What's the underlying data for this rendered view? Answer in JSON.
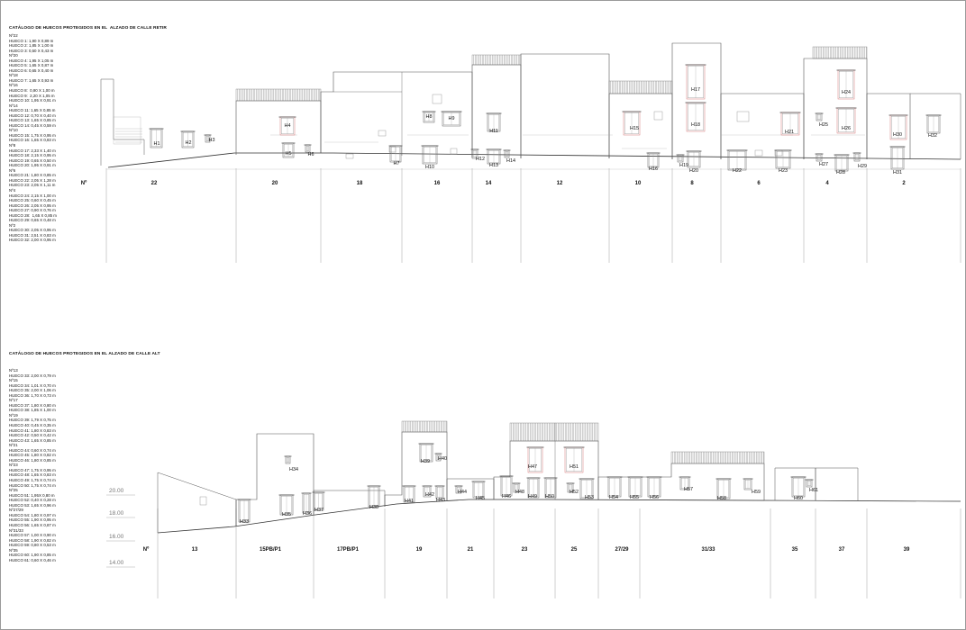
{
  "section_top": {
    "title": "CATÁLOGO DE HUECOS PROTEGIDOS EN EL  ALZADO DE CALLE RETIR",
    "list": [
      "Nº22",
      "HUECO 1: 1,90 X 0,89 m",
      "HUECO 2: 1,85 X 1,00 m",
      "HUECO 3: 0,50 X 0,43 m",
      "Nº20",
      "HUECO 4: 1,95 X 1,05 m",
      "HUECO 5: 1,65 X 0,87 m",
      "HUECO 6: 0,65 X 0,40 m",
      "Nº18",
      "HUECO 7: 1,65 X 0,93 m",
      "Nº16",
      "HUECO 8:  0,90 X 1,00 m",
      "HUECO 9:  2,20 X 1,05 m",
      "HUECO 10: 1,95 X 0,91 m",
      "Nº14",
      "HUECO 11: 1,65 X 0,85 m",
      "HUECO 12: 0,70 X 0,40 m",
      "HUECO 13: 1,65 X 0,85 m",
      "HUECO 14: 0,45 X 0,59 m",
      "Nº10",
      "HUECO 15: 1,75 X 0,95 m",
      "HUECO 16: 1,65 X 0,83 m",
      "Nº8",
      "HUECO 17: 2,33 X 1,40 m",
      "HUECO 18: 2,15 X 0,95 m",
      "HUECO 19: 0,65 X 0,50 m",
      "HUECO 20: 1,95 X 0,91 m",
      "Nº6",
      "HUECO 21: 1,80 X 0,85 m",
      "HUECO 22: 2,05 X 1,28 m",
      "HUECO 23: 2,05 X 1,11 m",
      "Nº4",
      "HUECO 24: 2,15 X 1,00 m",
      "HUECO 25: 0,60 X 0,45 m",
      "HUECO 26: 2,05 X 0,95 m",
      "HUECO 27: 0,90 X 0,76 m",
      "HUECO 28:  1,65 X 0,85 m",
      "HUECO 29: 0,65 X 0,48 m",
      "Nº2",
      "HUECO 30: 2,05 X 0,95 m",
      "HUECO 31: 2,51 X 0,83 m",
      "HUECO 32: 2,00 X 0,95 m"
    ],
    "no_label": "Nº",
    "numbers": [
      "22",
      "20",
      "18",
      "16",
      "14",
      "12",
      "10",
      "8",
      "6",
      "4",
      "2"
    ],
    "huecos": [
      "H1",
      "H2",
      "H3",
      "H4",
      "H5",
      "H6",
      "H7",
      "H8",
      "H9",
      "H10",
      "H11",
      "H12",
      "H13",
      "H14",
      "H15",
      "H16",
      "H17",
      "H18",
      "H19",
      "H20",
      "H21",
      "H22",
      "H23",
      "H24",
      "H25",
      "H26",
      "H27",
      "H28",
      "H29",
      "H30",
      "H31",
      "H32"
    ]
  },
  "section_bottom": {
    "title": "CATÁLOGO DE HUECOS PROTEGIDOS EN EL ALZADO DE CALLE ALT",
    "list": [
      "Nº13",
      "HUECO 33: 2,00 X 0,79 m",
      "Nº15",
      "HUECO 34: 1,01 X 0,70 m",
      "HUECO 35: 2,00 X 1,06 m",
      "HUECO 36: 1,70 X 0,73 m",
      "Nº17",
      "HUECO 37: 1,80 X 0,80 m",
      "HUECO 38: 1,85 X 1,00 m",
      "Nº19",
      "HUECO 39: 1,79 X 0,75 m",
      "HUECO 40: 0,45 X 0,35 m",
      "HUECO 41: 1,80 X 0,83 m",
      "HUECO 42: 0,50 X 0,42 m",
      "HUECO 43: 1,65 X 0,85 m",
      "Nº21",
      "HUECO 44: 0,60 X 0,74 m",
      "HUECO 45: 1,80 X 0,82 m",
      "HUECO 46: 1,80 X 0,85 m",
      "Nº23",
      "HUECO 47: 1,75 X 0,95 m",
      "HUECO 48: 1,65 X 0,83 m",
      "HUECO 49: 1,75 X 0,74 m",
      "HUECO 50: 1,75 X 0,74 m",
      "Nº25",
      "HUECO 51: 1,95X 0,80 m",
      "HUECO 52: 0,40 X 0,28 m",
      "HUECO 53: 1,65 X 0,96 m",
      "Nº27/29",
      "HUECO 54: 1,80 X 0,97 m",
      "HUECO 55: 1,90 X 0,95 m",
      "HUECO 56: 1,65 X 0,87 m",
      "Nº31/33",
      "HUECO 57: 1,00 X 0,90 m",
      "HUECO 58: 1,90 X 0,82 m",
      "HUECO 59: 0,80 X 0,53 m",
      "Nº35",
      "HUECO 60: 1,90 X 0,85 m",
      "HUECO 61: 0,60 X 0,46 m"
    ],
    "no_label": "Nº",
    "numbers": [
      "13",
      "15PB/P1",
      "17PB/P1",
      "19",
      "21",
      "23",
      "25",
      "27/29",
      "31/33",
      "35",
      "37",
      "39"
    ],
    "levels": [
      "20.00",
      "18.00",
      "16.00",
      "14.00"
    ],
    "huecos": [
      "H33",
      "H34",
      "H35",
      "H36",
      "H37",
      "H38",
      "H39",
      "H40",
      "H41",
      "H42",
      "H43",
      "H44",
      "H45",
      "H46",
      "H47",
      "H48",
      "H49",
      "H50",
      "H51",
      "H52",
      "H53",
      "H54",
      "H55",
      "H56",
      "H57",
      "H58",
      "H59",
      "H60",
      "H61"
    ]
  },
  "colors": {
    "line": "#555555",
    "highlight": "#d98080",
    "hatch": "#777777"
  }
}
